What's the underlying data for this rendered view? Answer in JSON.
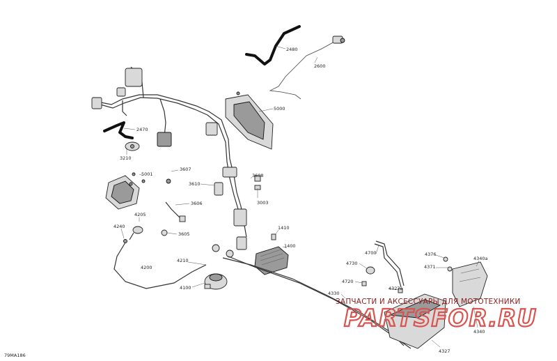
{
  "diagram": {
    "code": "79MA186",
    "watermark": {
      "caption": "ЗАПЧАСТИ И АКСЕССУАРЫ ДЛЯ МОТОТЕХНИКИ",
      "logo_text": "PARTSFOR.RU",
      "color": "#d9534f"
    },
    "callouts": [
      {
        "id": "c2480",
        "label": "2480"
      },
      {
        "id": "c2600",
        "label": "2600"
      },
      {
        "id": "c5000",
        "label": "5000"
      },
      {
        "id": "c2470",
        "label": "2470"
      },
      {
        "id": "c3210",
        "label": "3210"
      },
      {
        "id": "c5001",
        "label": "5001"
      },
      {
        "id": "c3607",
        "label": "3607"
      },
      {
        "id": "c3610",
        "label": "3610"
      },
      {
        "id": "c3608",
        "label": "3608"
      },
      {
        "id": "c3003",
        "label": "3003"
      },
      {
        "id": "c3606",
        "label": "3606"
      },
      {
        "id": "c4205",
        "label": "4205"
      },
      {
        "id": "c4240",
        "label": "4240"
      },
      {
        "id": "c3605",
        "label": "3605"
      },
      {
        "id": "c1410",
        "label": "1410"
      },
      {
        "id": "c1400",
        "label": "1400"
      },
      {
        "id": "c4700",
        "label": "4700"
      },
      {
        "id": "c4376",
        "label": "4376"
      },
      {
        "id": "c4340a",
        "label": "4340a"
      },
      {
        "id": "c4730",
        "label": "4730"
      },
      {
        "id": "c4371",
        "label": "4371"
      },
      {
        "id": "c4200",
        "label": "4200"
      },
      {
        "id": "c4210",
        "label": "4210"
      },
      {
        "id": "c4720",
        "label": "4720"
      },
      {
        "id": "c4327a",
        "label": "4327a"
      },
      {
        "id": "c4330",
        "label": "4330"
      },
      {
        "id": "c4100",
        "label": "4100"
      },
      {
        "id": "c4340",
        "label": "4340"
      },
      {
        "id": "c4327",
        "label": "4327"
      }
    ]
  }
}
